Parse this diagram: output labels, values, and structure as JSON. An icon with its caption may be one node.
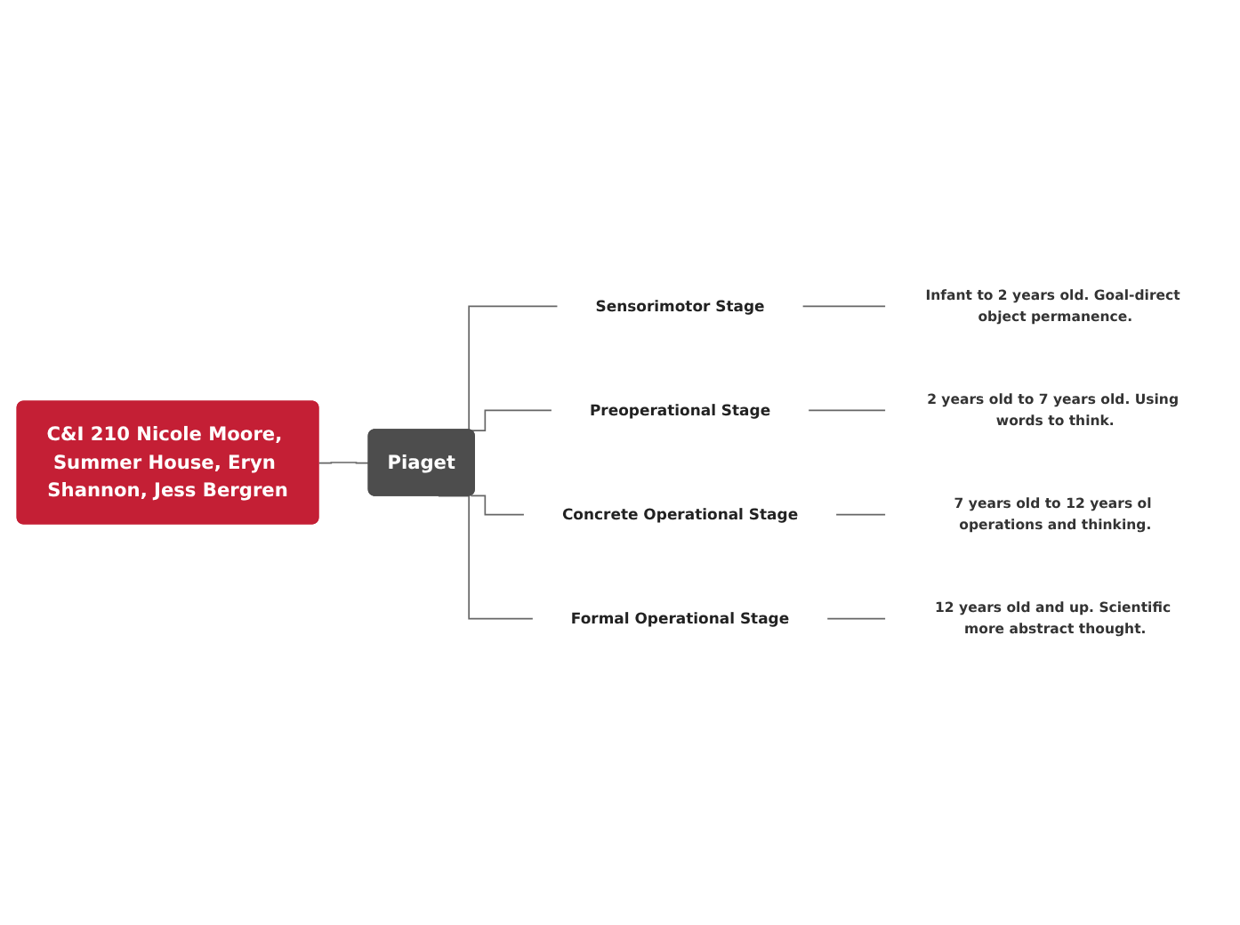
{
  "diagram": {
    "nodes": [
      {
        "text": [
          "C&I 210 Nicole Moore, Summer House, Eryn Shannon, Jess Bergren"
        ]
      },
      {
        "text": [
          "Piaget"
        ]
      },
      {
        "text": [
          "Sensorimotor Stage"
        ]
      },
      {
        "text": [
          "Preoperational Stage"
        ]
      },
      {
        "text": [
          "Concrete Operational Stage"
        ]
      },
      {
        "text": [
          "Formal Operational Stage"
        ]
      },
      {
        "text": [
          "Infant to 2 years old. Goal-direct object permanence."
        ]
      },
      {
        "text": [
          "2 years old to 7 years old. Using words to think."
        ]
      },
      {
        "text": [
          "7 years old to 12 years ol operations and thinking."
        ]
      },
      {
        "text": [
          "12 years old and up. Scientific more abstract thought."
        ]
      }
    ],
    "edges": [
      {
        "from": 0,
        "to": 1,
        "arrow": "none"
      },
      {
        "from": 1,
        "to": 2,
        "arrow": "none"
      },
      {
        "from": 1,
        "to": 3,
        "arrow": "none"
      },
      {
        "from": 1,
        "to": 4,
        "arrow": "none"
      },
      {
        "from": 1,
        "to": 5,
        "arrow": "none"
      },
      {
        "from": 2,
        "to": 6,
        "arrow": "none"
      },
      {
        "from": 3,
        "to": 7,
        "arrow": "none"
      },
      {
        "from": 4,
        "to": 8,
        "arrow": "none"
      },
      {
        "from": 5,
        "to": 9,
        "arrow": "none"
      }
    ]
  }
}
